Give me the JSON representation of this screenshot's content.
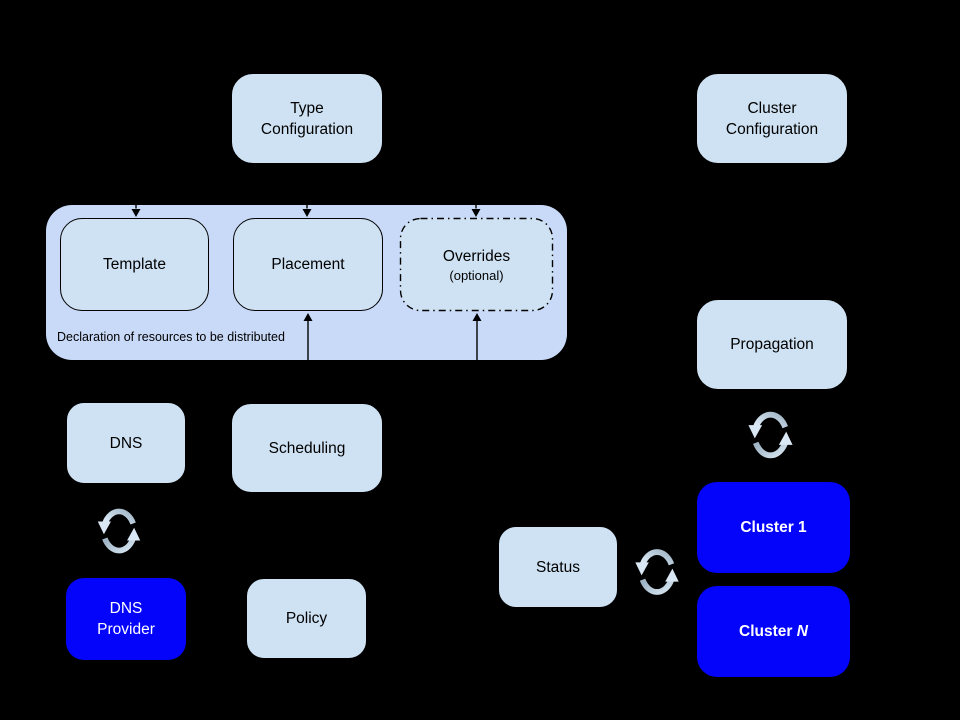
{
  "diagram": {
    "background": "#000000",
    "colors": {
      "background": "#000000",
      "container_fill": "#c9daf8",
      "box_fill": "#cfe2f3",
      "cluster_fill": "#0404fb",
      "box_text": "#000000",
      "cluster_text": "#ffffff",
      "line": "#000000",
      "sync_dark": "#9fb4c5",
      "sync_light": "#d9e8f4"
    },
    "nodes": {
      "type_configuration": {
        "line1": "Type",
        "line2": "Configuration"
      },
      "cluster_configuration": {
        "line1": "Cluster",
        "line2": "Configuration"
      },
      "template": {
        "label": "Template"
      },
      "placement": {
        "label": "Placement"
      },
      "overrides": {
        "label": "Overrides",
        "sublabel": "(optional)"
      },
      "dns": {
        "label": "DNS"
      },
      "scheduling": {
        "label": "Scheduling"
      },
      "dns_provider": {
        "line1": "DNS",
        "line2": "Provider"
      },
      "policy": {
        "label": "Policy"
      },
      "propagation": {
        "label": "Propagation"
      },
      "status": {
        "label": "Status"
      },
      "cluster_1": {
        "label": "Cluster 1"
      },
      "cluster_n": {
        "prefix": "Cluster",
        "suffix_italic": "N"
      }
    },
    "container_caption": "Declaration of resources to be distributed",
    "icons": {
      "sync": "circular-sync-arrows"
    }
  }
}
